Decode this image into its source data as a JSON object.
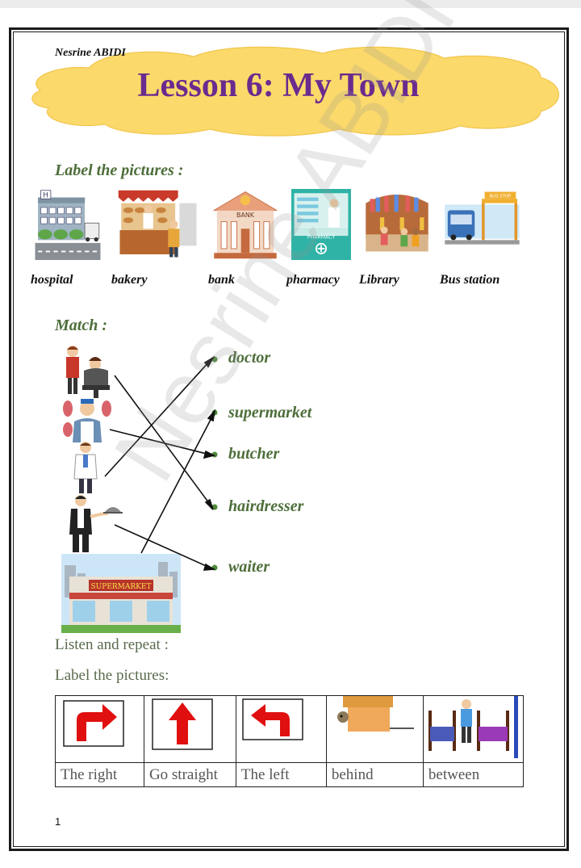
{
  "author": "Nesrine ABIDI",
  "title": "Lesson 6: My Town",
  "label_section": {
    "heading": "Label the pictures :",
    "items": [
      "hospital",
      "bakery",
      "bank",
      "pharmacy",
      "Library",
      "Bus station"
    ],
    "bank_sign": "BANK",
    "pharmacy_sign": "PHARMACY",
    "bus_sign": "BUS STOP"
  },
  "match_section": {
    "heading": "Match :",
    "words": [
      "doctor",
      "supermarket",
      "butcher",
      "hairdresser",
      "waiter"
    ],
    "supermarket_sign": "SUPERMARKET"
  },
  "listen": "Listen and repeat :",
  "label2": {
    "heading": "Label the pictures:",
    "items": [
      "The right",
      "Go straight",
      "The left",
      "behind",
      "between"
    ]
  },
  "watermark": "Nesrine ABIDI",
  "page_number": "1",
  "colors": {
    "title": "#6a2b8e",
    "heading": "#4d6e3a",
    "cloud": "#fbd96b",
    "arrow": "#e01010"
  }
}
